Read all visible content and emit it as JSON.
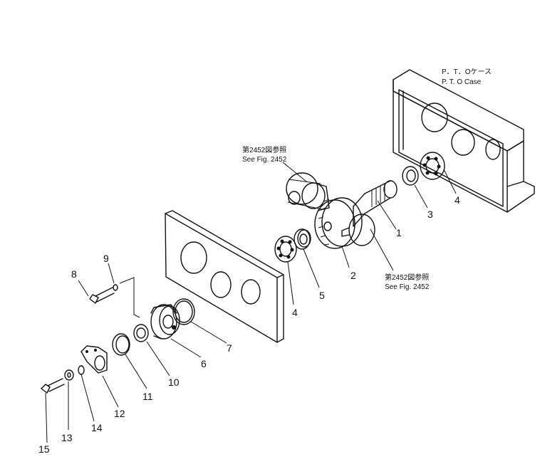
{
  "case_label": {
    "jp": "P．T．Oケース",
    "en": "P. T. O Case"
  },
  "see_fig_upper": {
    "jp": "第2452図参照",
    "en": "See Fig. 2452"
  },
  "see_fig_lower": {
    "jp": "第2452図参照",
    "en": "See Fig. 2452"
  },
  "parts": {
    "p1": "1",
    "p2": "2",
    "p3": "3",
    "p4a": "4",
    "p4b": "4",
    "p5": "5",
    "p6": "6",
    "p7": "7",
    "p8": "8",
    "p9": "9",
    "p10": "10",
    "p11": "11",
    "p12": "12",
    "p13": "13",
    "p14": "14",
    "p15": "15"
  }
}
